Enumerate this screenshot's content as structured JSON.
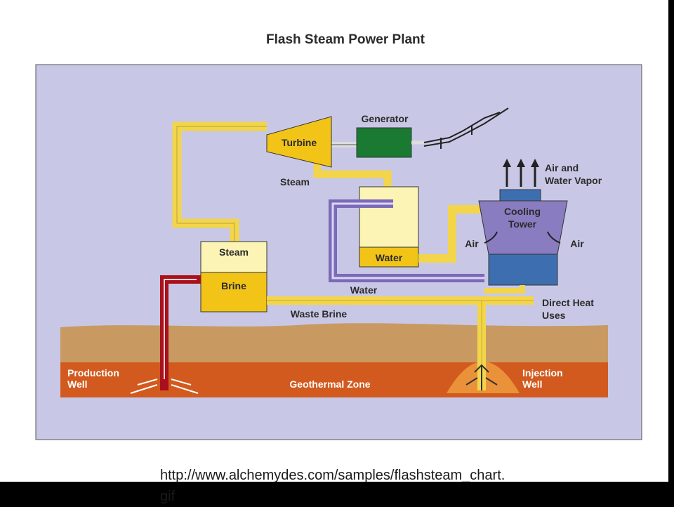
{
  "title": "Flash Steam Power Plant",
  "labels": {
    "generator": "Generator",
    "turbine": "Turbine",
    "steam_pipe": "Steam",
    "air_vapor_line1": "Air and",
    "air_vapor_line2": "Water Vapor",
    "cooling_tower_line1": "Cooling",
    "cooling_tower_line2": "Tower",
    "air_left": "Air",
    "air_right": "Air",
    "separator_steam": "Steam",
    "separator_brine": "Brine",
    "condenser_water": "Water",
    "water_return": "Water",
    "waste_brine": "Waste Brine",
    "direct_heat_line1": "Direct Heat",
    "direct_heat_line2": "Uses",
    "production_well_line1": "Production",
    "production_well_line2": "Well",
    "geothermal_zone": "Geothermal Zone",
    "injection_well_line1": "Injection",
    "injection_well_line2": "Well"
  },
  "caption": "http://www.alchemydes.com/samples/flashsteam_chart.gif",
  "colors": {
    "panel_bg": "#c8c8e6",
    "steam_pipe": "#f2d54a",
    "brine_tank": "#f2c418",
    "steam_tank": "#fbf4b4",
    "generator": "#1a7a32",
    "cooling_tower": "#8a7cc0",
    "cooling_water": "#3d6fb0",
    "production_well": "#a8101c",
    "soil": "#c89a62",
    "geothermal_zone": "#d25a1e"
  }
}
